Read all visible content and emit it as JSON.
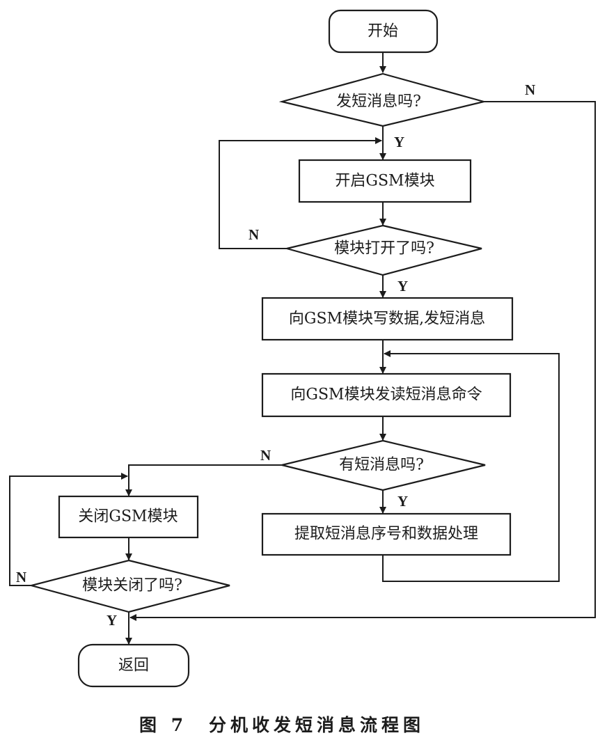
{
  "nodes": {
    "start": "开始",
    "send_sms_q": "发短消息吗?",
    "open_gsm": "开启GSM模块",
    "module_open_q": "模块打开了吗?",
    "write_data": "向GSM模块写数据,发短消息",
    "send_read_cmd": "向GSM模块发读短消息命令",
    "has_sms_q": "有短消息吗?",
    "extract_sms": "提取短消息序号和数据处理",
    "close_gsm": "关闭GSM模块",
    "module_closed_q": "模块关闭了吗?",
    "return": "返回"
  },
  "branch_labels": {
    "send_sms_no": "N",
    "send_sms_yes": "Y",
    "module_open_no": "N",
    "module_open_yes": "Y",
    "has_sms_no": "N",
    "has_sms_yes": "Y",
    "module_closed_no": "N",
    "module_closed_yes": "Y"
  },
  "caption": {
    "figure": "图 7",
    "title": "分机收发短消息流程图"
  }
}
